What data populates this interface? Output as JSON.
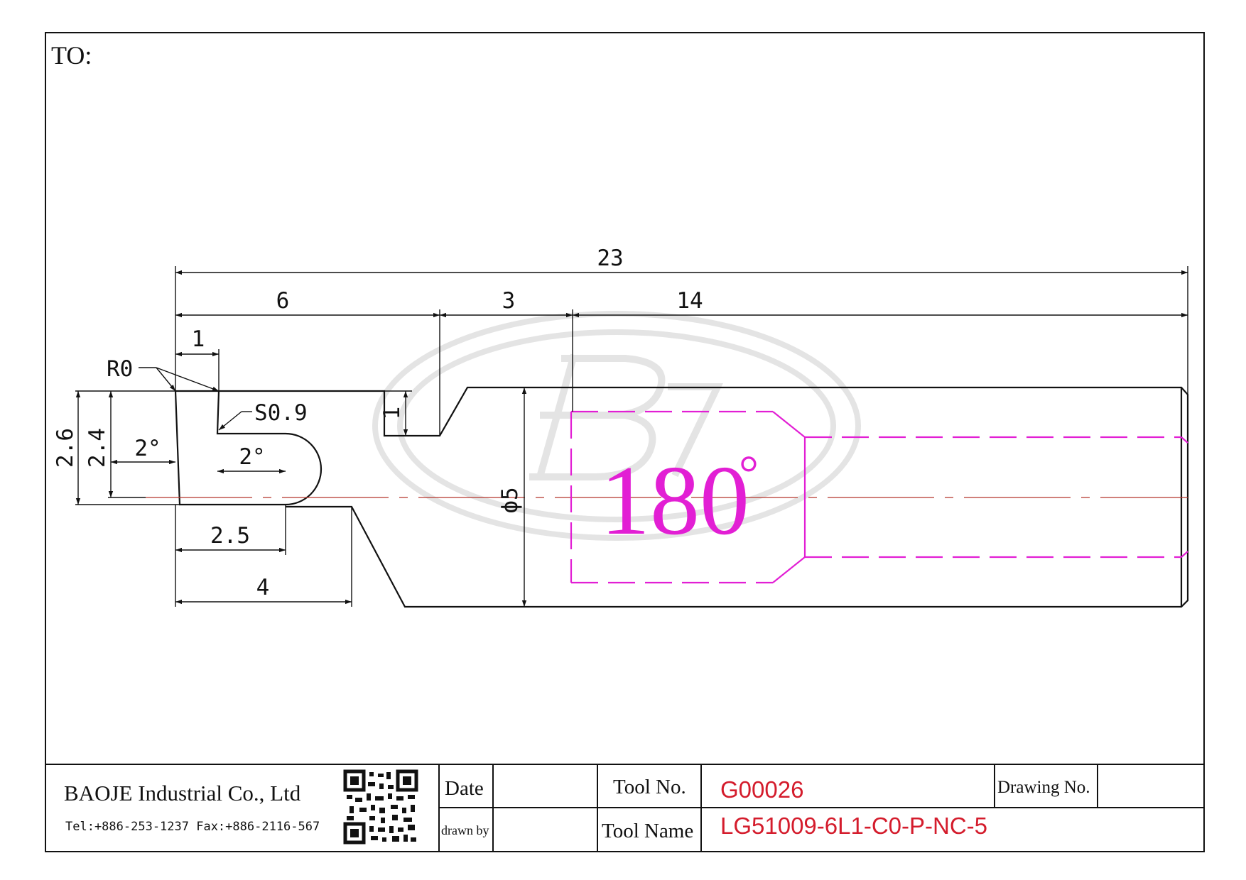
{
  "header": {
    "to_label": "TO:"
  },
  "dimensions": {
    "overall_length": "23",
    "length_6": "6",
    "length_3": "3",
    "length_14": "14",
    "length_1_top": "1",
    "radius": "R0",
    "chamfer": "S0.9",
    "height_2_6": "2.6",
    "height_2_4": "2.4",
    "angle_left": "2°",
    "angle_right": "2°",
    "height_1_right": "1",
    "length_2_5": "2.5",
    "length_4": "4",
    "diameter": "ϕ5"
  },
  "angle_callout": {
    "value": "180",
    "unit": "°"
  },
  "title_block": {
    "company": "BAOJE Industrial Co., Ltd",
    "contact": "Tel:+886-253-1237 Fax:+886-2116-567",
    "date_label": "Date",
    "drawn_by_label": "drawn by",
    "tool_no_label": "Tool No.",
    "tool_no_value": "G00026",
    "tool_name_label": "Tool Name",
    "tool_name_value": "LG51009-6L1-C0-P-NC-5",
    "drawing_no_label": "Drawing No."
  },
  "colors": {
    "outline": "#111111",
    "hidden_feature": "#e21fd4",
    "center_line": "#b5342a",
    "value_text": "#d41c2c",
    "watermark": "#e4e4e4"
  }
}
